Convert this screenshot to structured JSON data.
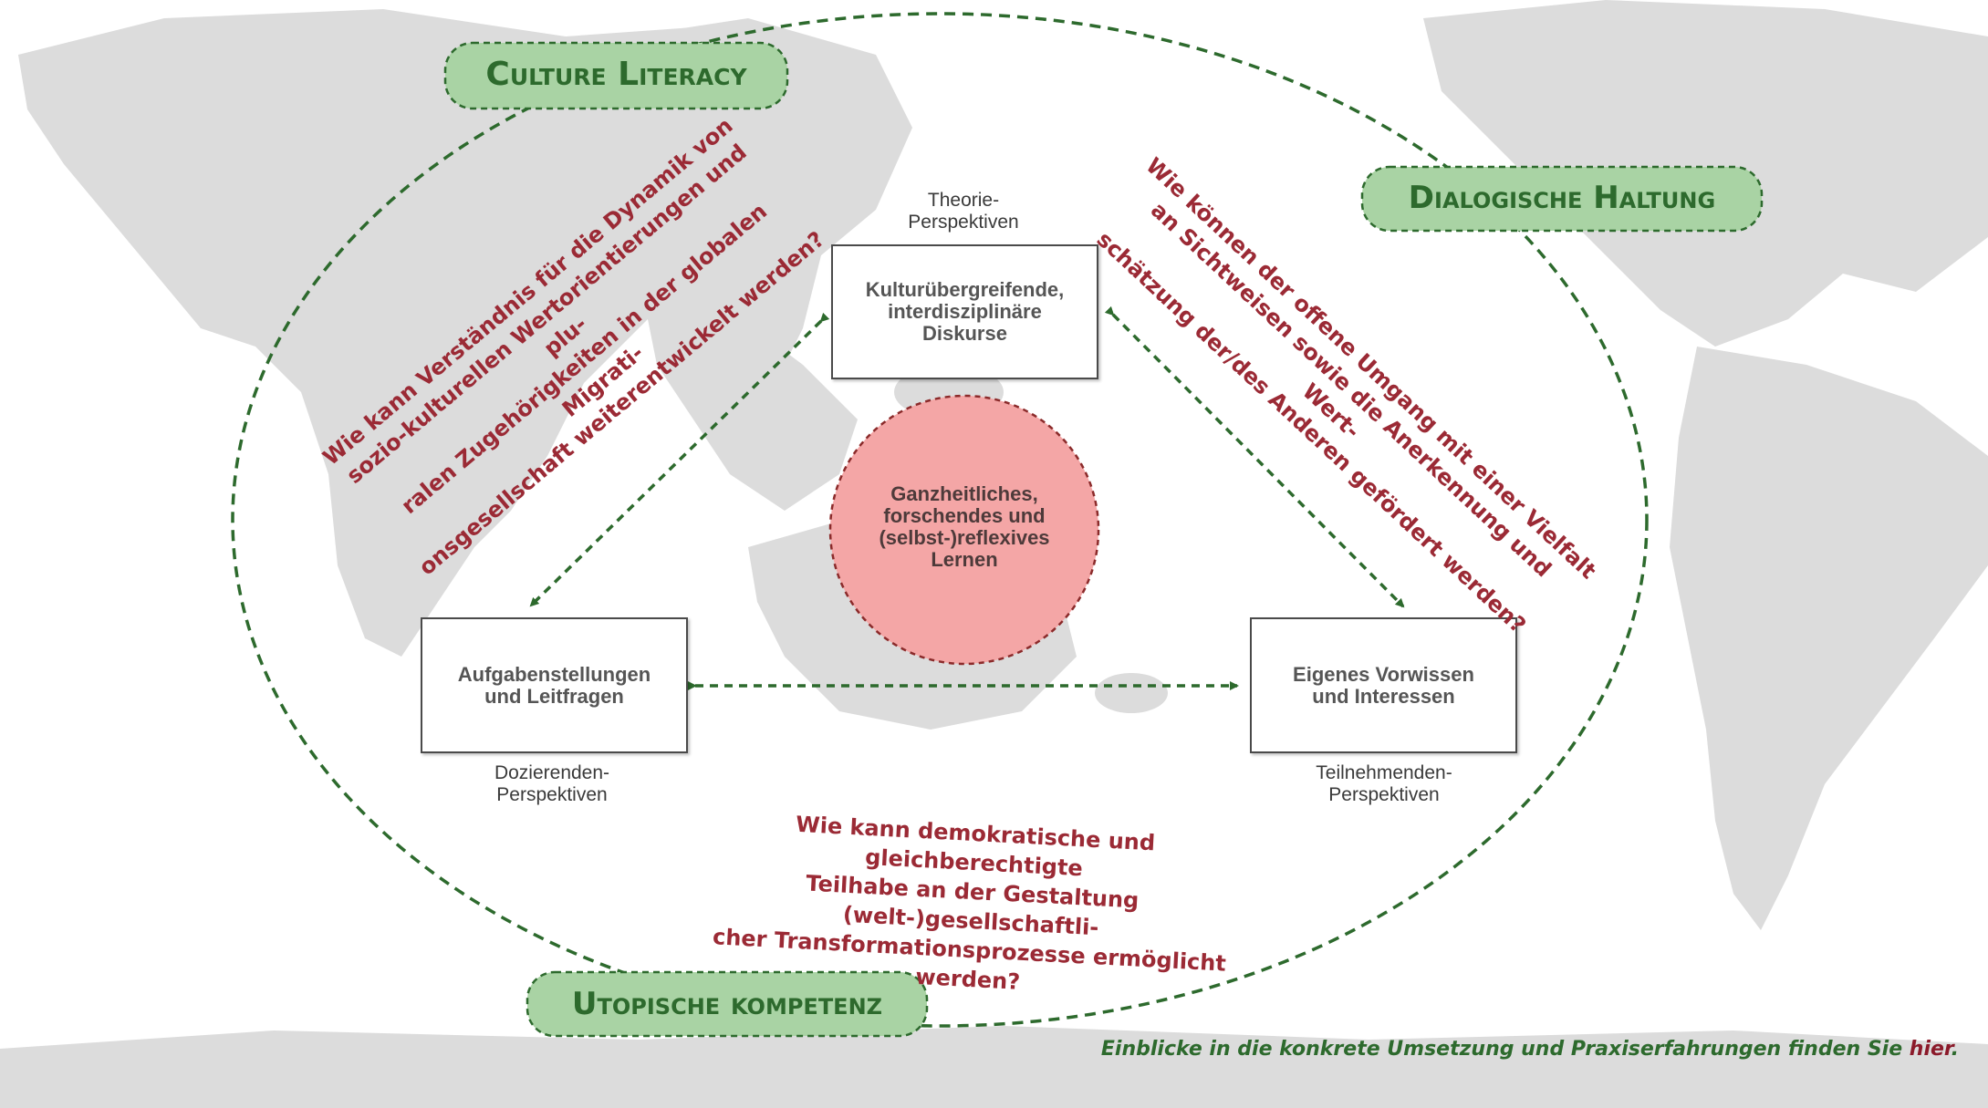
{
  "colors": {
    "map_land": "#dcdcdc",
    "accent_green": "#2d6a2d",
    "pill_fill": "#a9d3a4",
    "question_red": "#9b2a35",
    "center_circle": "#f4a6a6"
  },
  "pills": {
    "culture_literacy": "Culture Literacy",
    "dialogische_haltung": "Dialogische Haltung",
    "utopische_kompetenz": "Utopische kompetenz"
  },
  "boxes": {
    "theory": "Kulturübergreifende,\ninterdisziplinäre\nDiskurse",
    "tasks": "Aufgabenstellungen\nund Leitfragen",
    "participants": "Eigenes Vorwissen\nund Interessen"
  },
  "captions": {
    "theory": "Theorie-\nPerspektiven",
    "lecturers": "Dozierenden-\nPerspektiven",
    "participants": "Teilnehmenden-\nPerspektiven"
  },
  "center": {
    "label": "Ganzheitliches,\nforschendes und\n(selbst-)reflexives\nLernen"
  },
  "questions": {
    "left": "Wie kann Verständnis für die Dynamik von\nsozio-kulturellen Wertorientierungen und plu-\nralen Zugehörigkeiten in der globalen Migrati-\nonsgesellschaft weiterentwickelt werden?",
    "right": "Wie können der offene Umgang mit einer Vielfalt\nan Sichtweisen sowie die Anerkennung und Wert-\nschätzung der/des Anderen gefördert werden?",
    "bottom": "Wie kann demokratische und gleichberechtigte\nTeilhabe an der Gestaltung (welt-)gesellschaftli-\ncher Transformationsprozesse ermöglicht werden?"
  },
  "footer": {
    "text": "Einblicke in die konkrete Umsetzung und Praxiserfahrungen finden Sie ",
    "link": "hier",
    "end": "."
  }
}
